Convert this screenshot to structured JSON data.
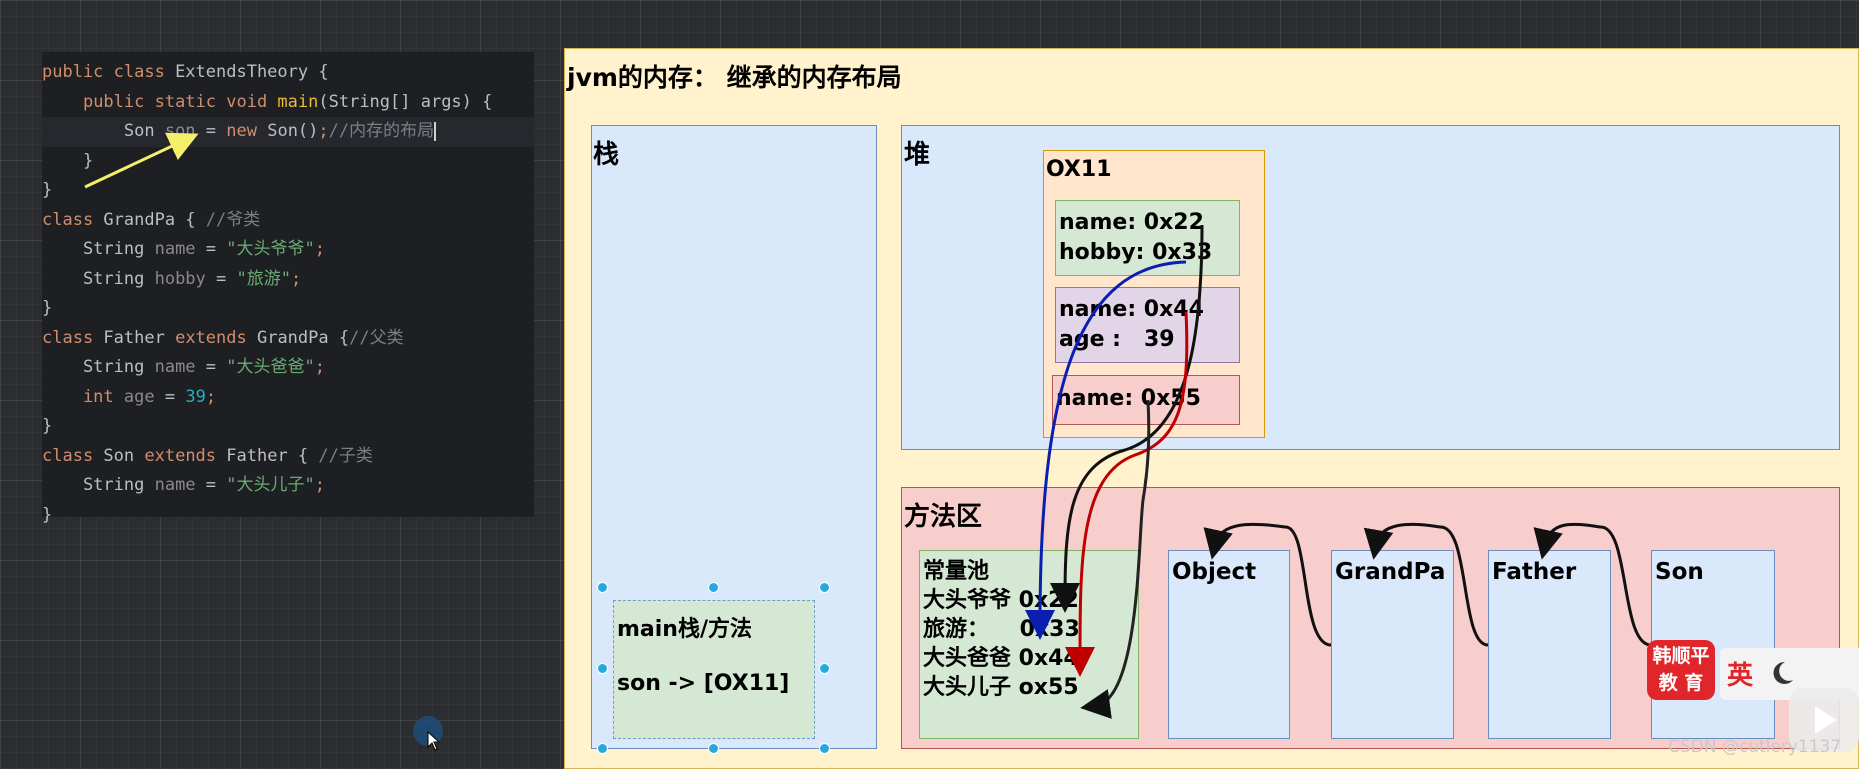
{
  "code": {
    "lines": [
      [
        {
          "c": "kw",
          "t": "public class "
        },
        {
          "c": "ty",
          "t": "ExtendsTheory {"
        }
      ],
      [
        {
          "c": "ty",
          "t": "    "
        },
        {
          "c": "kw",
          "t": "public static void "
        },
        {
          "c": "fn",
          "t": "main"
        },
        {
          "c": "ty",
          "t": "(String[] args) {"
        }
      ],
      [
        {
          "c": "ty",
          "t": "        Son "
        },
        {
          "c": "var",
          "t": "son"
        },
        {
          "c": "ty",
          "t": " = "
        },
        {
          "c": "kw",
          "t": "new "
        },
        {
          "c": "ty",
          "t": "Son()"
        },
        {
          "c": "kw",
          "t": ";"
        },
        {
          "c": "cmt",
          "t": "//内存的布局"
        }
      ],
      [
        {
          "c": "ty",
          "t": "    }"
        }
      ],
      [
        {
          "c": "ty",
          "t": "}"
        }
      ],
      [
        {
          "c": "kw",
          "t": "class "
        },
        {
          "c": "ty",
          "t": "GrandPa { "
        },
        {
          "c": "cmt",
          "t": "//爷类"
        }
      ],
      [
        {
          "c": "ty",
          "t": "    String "
        },
        {
          "c": "var",
          "t": "name"
        },
        {
          "c": "ty",
          "t": " = "
        },
        {
          "c": "str",
          "t": "\"大头爷爷\""
        },
        {
          "c": "kw",
          "t": ";"
        }
      ],
      [
        {
          "c": "ty",
          "t": "    String "
        },
        {
          "c": "var",
          "t": "hobby"
        },
        {
          "c": "ty",
          "t": " = "
        },
        {
          "c": "str",
          "t": "\"旅游\""
        },
        {
          "c": "kw",
          "t": ";"
        }
      ],
      [
        {
          "c": "ty",
          "t": "}"
        }
      ],
      [
        {
          "c": "kw",
          "t": "class "
        },
        {
          "c": "ty",
          "t": "Father "
        },
        {
          "c": "kw",
          "t": "extends "
        },
        {
          "c": "ty",
          "t": "GrandPa {"
        },
        {
          "c": "cmt",
          "t": "//父类"
        }
      ],
      [
        {
          "c": "ty",
          "t": "    String "
        },
        {
          "c": "var",
          "t": "name"
        },
        {
          "c": "ty",
          "t": " = "
        },
        {
          "c": "str",
          "t": "\"大头爸爸\""
        },
        {
          "c": "kw",
          "t": ";"
        }
      ],
      [
        {
          "c": "kw",
          "t": "    int "
        },
        {
          "c": "var",
          "t": "age"
        },
        {
          "c": "ty",
          "t": " = "
        },
        {
          "c": "num",
          "t": "39"
        },
        {
          "c": "kw",
          "t": ";"
        }
      ],
      [
        {
          "c": "ty",
          "t": "}"
        }
      ],
      [
        {
          "c": "kw",
          "t": "class "
        },
        {
          "c": "ty",
          "t": "Son "
        },
        {
          "c": "kw",
          "t": "extends "
        },
        {
          "c": "ty",
          "t": "Father { "
        },
        {
          "c": "cmt",
          "t": "//子类"
        }
      ],
      [
        {
          "c": "ty",
          "t": "    String "
        },
        {
          "c": "var",
          "t": "name"
        },
        {
          "c": "ty",
          "t": " = "
        },
        {
          "c": "str",
          "t": "\"大头儿子\""
        },
        {
          "c": "kw",
          "t": ";"
        }
      ],
      [
        {
          "c": "ty",
          "t": "}"
        }
      ]
    ]
  },
  "diagram": {
    "title": "jvm的内存： 继承的内存布局",
    "stack_label": "栈",
    "heap_label": "堆",
    "method_area_label": "方法区",
    "object": {
      "address": "OX11",
      "grandpa_fields": "name: 0x22\nhobby: 0x33",
      "father_fields": "name: 0x44\nage :   39",
      "son_fields": "name: 0x55"
    },
    "main_frame": {
      "title": "main栈/方法",
      "ref": "son -> [OX11]"
    },
    "constant_pool": {
      "title": "常量池",
      "entries": [
        "大头爷爷 0x22",
        "旅游：    0x33",
        "大头爸爸 0x44",
        "大头儿子 ox55"
      ]
    },
    "classes": [
      "Object",
      "GrandPa",
      "Father",
      "Son"
    ]
  },
  "overlay": {
    "logo_line1": "韩顺平",
    "logo_line2": "教 育",
    "ime_lang": "英",
    "watermark": "CSDN @cutlery1137"
  },
  "colors": {
    "arrow_grandpa": "#0a1fb0",
    "arrow_father": "#c00000",
    "arrow_son": "#222222",
    "annotation_arrow": "#f5f06a"
  }
}
